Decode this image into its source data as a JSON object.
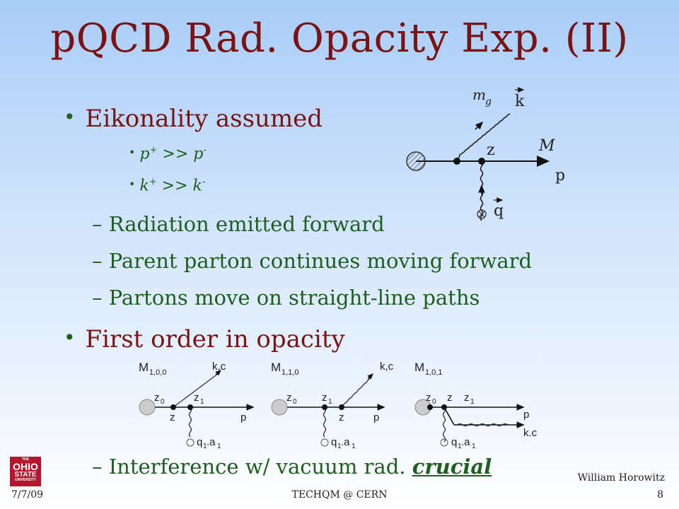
{
  "title": "pQCD Rad. Opacity Exp. (II)",
  "bullets": {
    "eikonality": "Eikonality assumed",
    "sub1_a": "p",
    "sub1_a_sup": "+",
    "sub1_op": " >> ",
    "sub1_b": "p",
    "sub1_b_sup": "-",
    "sub2_a": "k",
    "sub2_a_sup": "+",
    "sub2_op": " >> ",
    "sub2_b": "k",
    "sub2_b_sup": "-",
    "dash1": "Radiation emitted forward",
    "dash2": "Parent parton continues moving forward",
    "dash3": "Partons move on straight-line paths",
    "first_order": "First order in opacity",
    "interference": "Interference w/ vacuum rad. ",
    "crucial": "crucial"
  },
  "top_diagram": {
    "mg": "m",
    "g": "g",
    "k": "k",
    "z": "z",
    "M": "M",
    "p": "p",
    "q": "q"
  },
  "diagrams": [
    {
      "name": "M",
      "sub": "1,0,0",
      "z0": "z",
      "z0sub": "0",
      "z1": "z",
      "z1sub": "1",
      "zlow": "z",
      "p": "p",
      "kc": "k,c",
      "q": "q",
      "qsub": "1",
      "a": ".a",
      "asub": "1"
    },
    {
      "name": "M",
      "sub": "1,1,0",
      "z0": "z",
      "z0sub": "0",
      "z1": "z",
      "z1sub": "1",
      "zlow": "z",
      "p": "p",
      "kc": "k,c",
      "q": "q",
      "qsub": "1",
      "a": ".a",
      "asub": "1"
    },
    {
      "name": "M",
      "sub": "1,0,1",
      "z0": "z",
      "z0sub": "0",
      "zmid": "z",
      "z1": "z",
      "z1sub": "1",
      "p": "p",
      "kc": "k.c",
      "q": "q",
      "qsub": "1",
      "a": ".a",
      "asub": "1"
    }
  ],
  "footer": {
    "date": "7/7/09",
    "center": "TECHQM @ CERN",
    "author": "William Horowitz",
    "page": "8",
    "logo_top": "THE",
    "logo_main": "OHIO",
    "logo_state": "STATE",
    "logo_univ": "UNIVERSITY"
  }
}
